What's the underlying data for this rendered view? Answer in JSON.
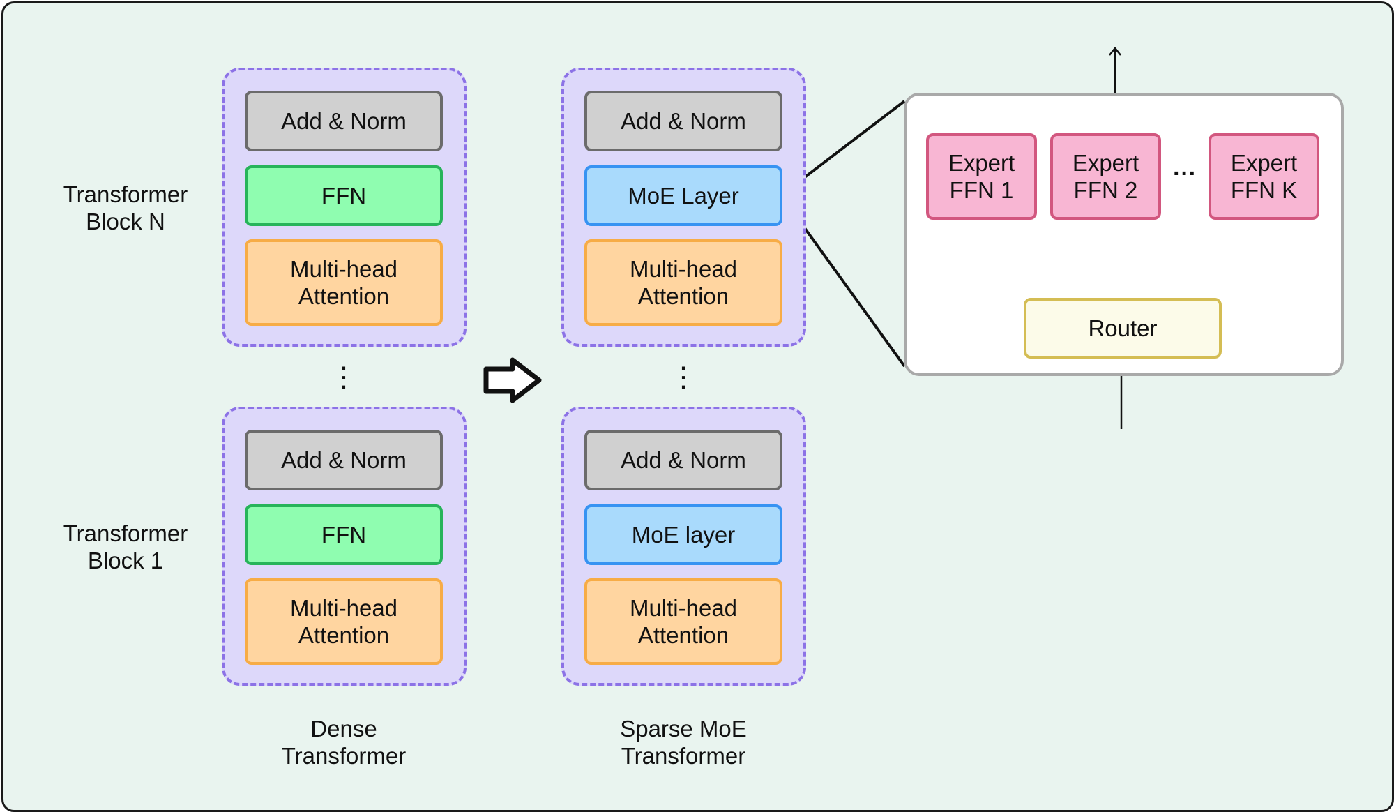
{
  "row_labels": {
    "block_n": "Transformer\nBlock N",
    "block_1": "Transformer\nBlock 1"
  },
  "dense": {
    "caption": "Dense\nTransformer",
    "block_n": {
      "norm": "Add & Norm",
      "ffn": "FFN",
      "attention": "Multi-head\nAttention"
    },
    "block_1": {
      "norm": "Add & Norm",
      "ffn": "FFN",
      "attention": "Multi-head\nAttention"
    },
    "ellipsis": "⋮"
  },
  "sparse": {
    "caption": "Sparse MoE\nTransformer",
    "block_n": {
      "norm": "Add & Norm",
      "moe": "MoE Layer",
      "attention": "Multi-head\nAttention"
    },
    "block_1": {
      "norm": "Add & Norm",
      "moe": "MoE layer",
      "attention": "Multi-head\nAttention"
    },
    "ellipsis": "⋮"
  },
  "moe_detail": {
    "experts": [
      "Expert\nFFN 1",
      "Expert\nFFN 2",
      "Expert\nFFN K"
    ],
    "expert_ellipsis": "···",
    "router": "Router"
  },
  "colors": {
    "background": "#e9f4ef",
    "block_fill": "#ddd8fa",
    "block_border": "#8c72e6",
    "norm": "#d0d0d0",
    "ffn": "#8ffdb0",
    "attention": "#ffd5a0",
    "moe": "#a9dafc",
    "expert": "#f8b6d3",
    "router": "#fcfbe9"
  },
  "icons": {
    "transform_arrow": "right-arrow-outline-icon"
  }
}
